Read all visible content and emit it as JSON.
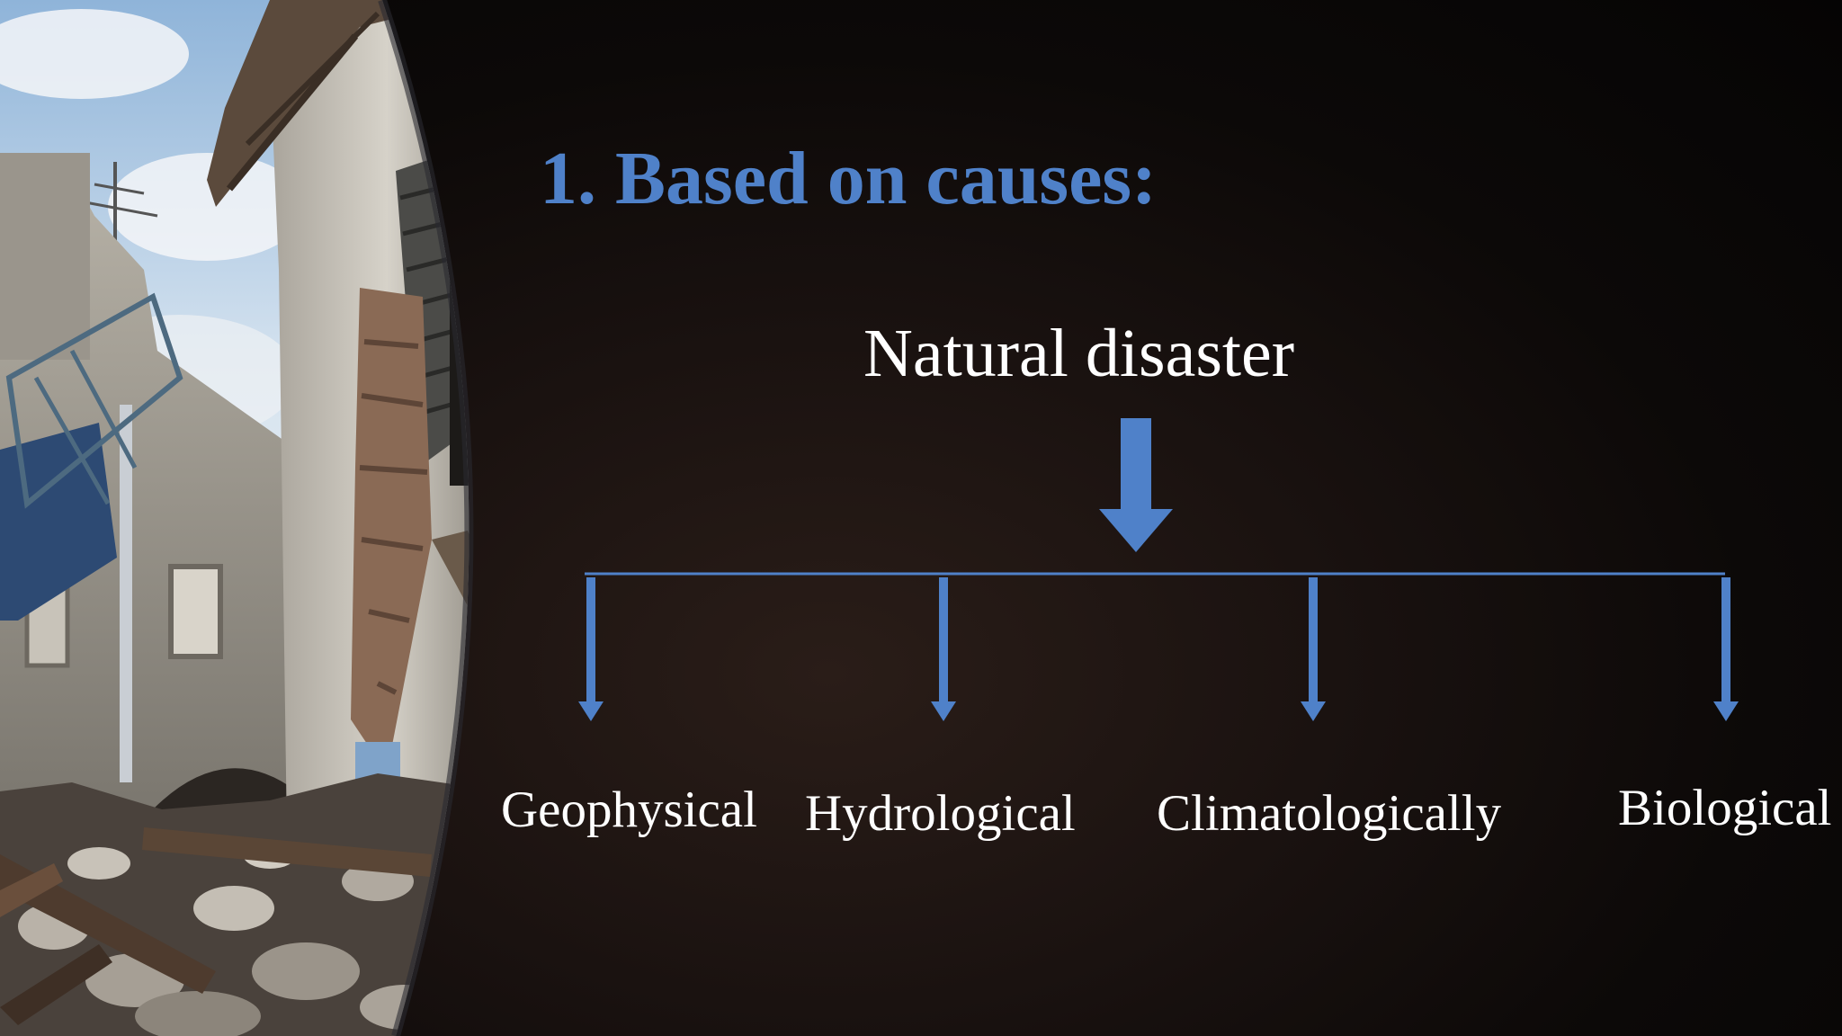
{
  "slide": {
    "title": "1. Based on causes:",
    "root_label": "Natural disaster",
    "categories": [
      {
        "label": "Geophysical"
      },
      {
        "label": "Hydrological"
      },
      {
        "label": "Climatologically"
      },
      {
        "label": "Biological"
      }
    ]
  },
  "colors": {
    "title": "#4f81c9",
    "arrow": "#4f81c9",
    "text": "#ffffff",
    "background": "#120d0b"
  },
  "photo": {
    "subject": "collapsed-building-rubble-photo"
  }
}
